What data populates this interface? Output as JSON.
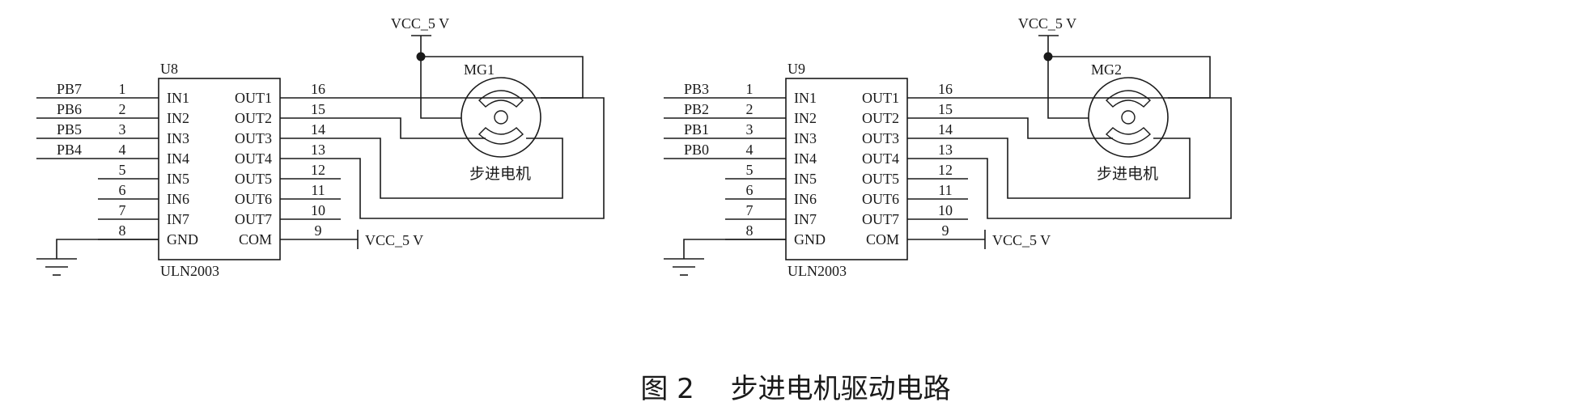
{
  "caption": {
    "number": "图 2",
    "title": "步进电机驱动电路"
  },
  "circuits": [
    {
      "chip": {
        "ref": "U8",
        "part": "ULN2003"
      },
      "motor": {
        "ref": "MG1",
        "label": "步进电机"
      },
      "vcc_top": "VCC_5 V",
      "vcc_com": "VCC_5 V",
      "inputs": [
        "PB7",
        "PB6",
        "PB5",
        "PB4"
      ]
    },
    {
      "chip": {
        "ref": "U9",
        "part": "ULN2003"
      },
      "motor": {
        "ref": "MG2",
        "label": "步进电机"
      },
      "vcc_top": "VCC_5 V",
      "vcc_com": "VCC_5 V",
      "inputs": [
        "PB3",
        "PB2",
        "PB1",
        "PB0"
      ]
    }
  ],
  "pins": {
    "left": [
      {
        "num": "1",
        "name": "IN1"
      },
      {
        "num": "2",
        "name": "IN2"
      },
      {
        "num": "3",
        "name": "IN3"
      },
      {
        "num": "4",
        "name": "IN4"
      },
      {
        "num": "5",
        "name": "IN5"
      },
      {
        "num": "6",
        "name": "IN6"
      },
      {
        "num": "7",
        "name": "IN7"
      },
      {
        "num": "8",
        "name": "GND"
      }
    ],
    "right": [
      {
        "num": "16",
        "name": "OUT1"
      },
      {
        "num": "15",
        "name": "OUT2"
      },
      {
        "num": "14",
        "name": "OUT3"
      },
      {
        "num": "13",
        "name": "OUT4"
      },
      {
        "num": "12",
        "name": "OUT5"
      },
      {
        "num": "11",
        "name": "OUT6"
      },
      {
        "num": "10",
        "name": "OUT7"
      },
      {
        "num": "9",
        "name": "COM"
      }
    ]
  }
}
